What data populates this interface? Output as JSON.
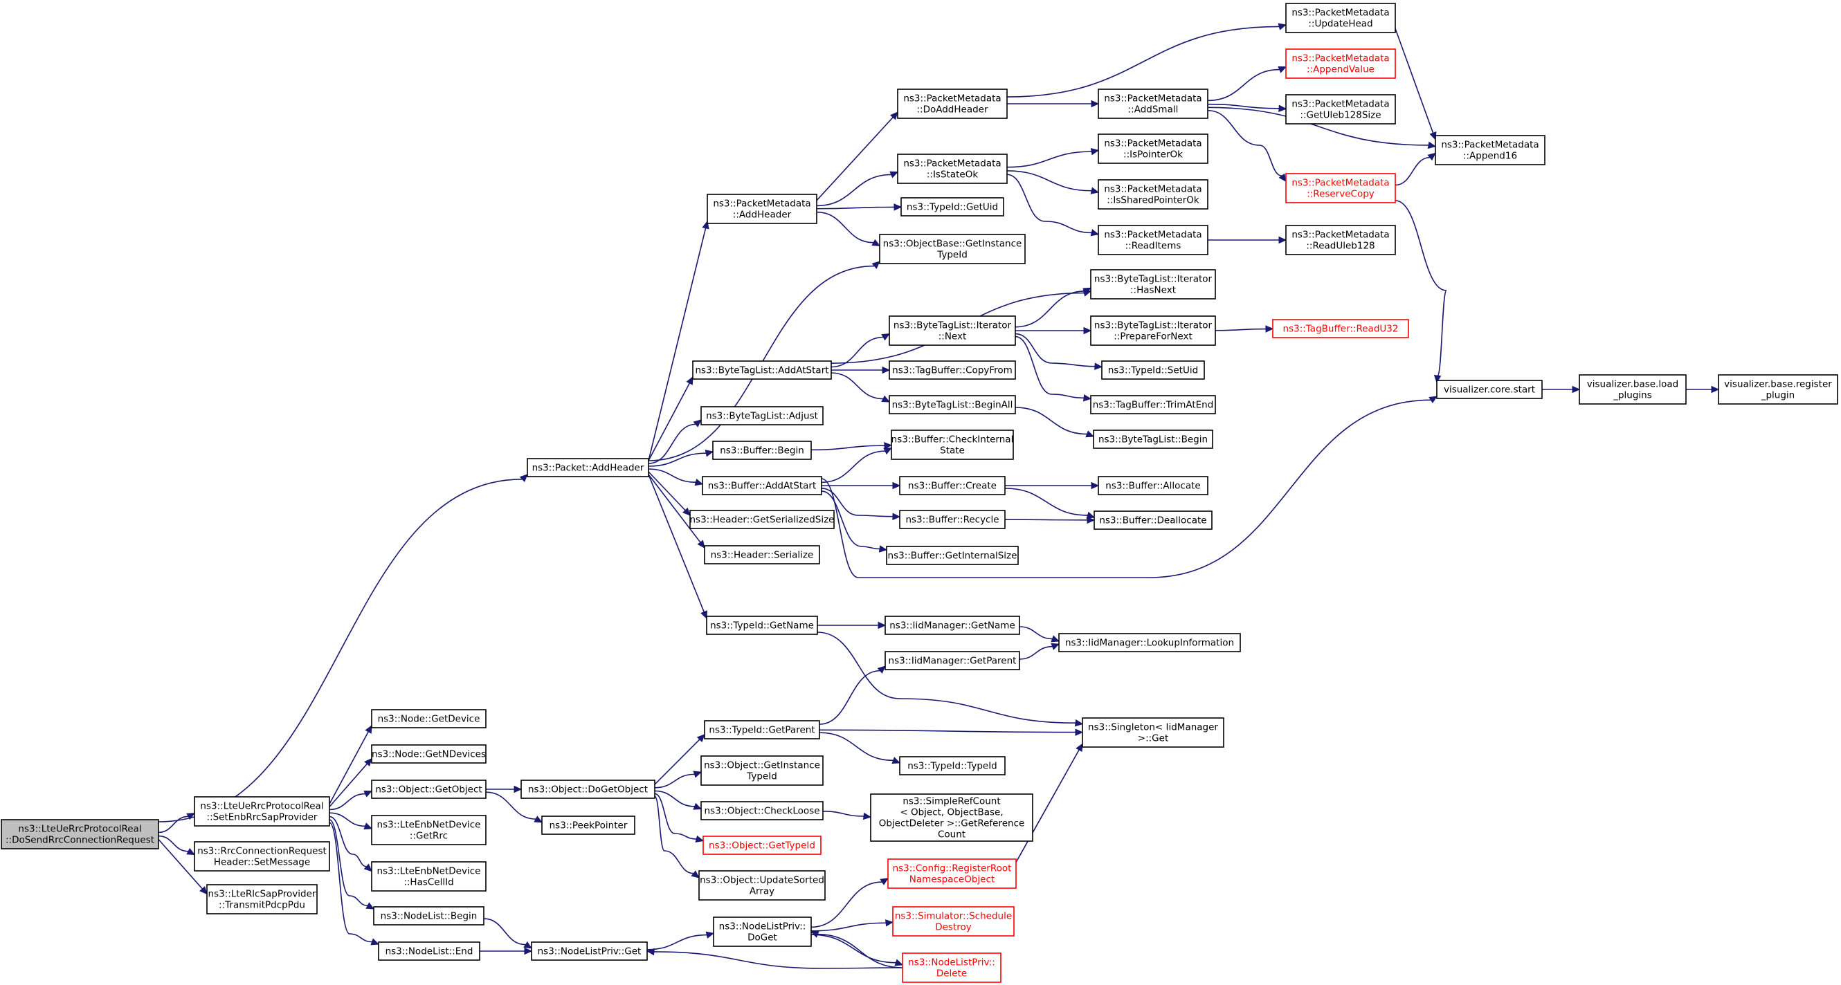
{
  "nodes": [
    {
      "id": "root",
      "lines": [
        "ns3::LteUeRrcProtocolReal",
        "::DoSendRrcConnectionRequest"
      ],
      "style": "root"
    },
    {
      "id": "setenb",
      "lines": [
        "ns3::LteUeRrcProtocolReal",
        "::SetEnbRrcSapProvider"
      ]
    },
    {
      "id": "rrcreq",
      "lines": [
        "ns3::RrcConnectionRequest",
        "Header::SetMessage"
      ]
    },
    {
      "id": "transmit",
      "lines": [
        "ns3::LteRlcSapProvider",
        "::TransmitPdcpPdu"
      ]
    },
    {
      "id": "pkt_addheader",
      "lines": [
        "ns3::Packet::AddHeader"
      ]
    },
    {
      "id": "getdevice",
      "lines": [
        "ns3::Node::GetDevice"
      ]
    },
    {
      "id": "getndevices",
      "lines": [
        "ns3::Node::GetNDevices"
      ]
    },
    {
      "id": "getobject",
      "lines": [
        "ns3::Object::GetObject"
      ]
    },
    {
      "id": "getrrc",
      "lines": [
        "ns3::LteEnbNetDevice",
        "::GetRrc"
      ]
    },
    {
      "id": "hascellid",
      "lines": [
        "ns3::LteEnbNetDevice",
        "::HasCellId"
      ]
    },
    {
      "id": "nl_begin",
      "lines": [
        "ns3::NodeList::Begin"
      ]
    },
    {
      "id": "nl_end",
      "lines": [
        "ns3::NodeList::End"
      ]
    },
    {
      "id": "nlp_get",
      "lines": [
        "ns3::NodeListPriv::Get"
      ]
    },
    {
      "id": "dogetobject",
      "lines": [
        "ns3::Object::DoGetObject"
      ]
    },
    {
      "id": "peekpointer",
      "lines": [
        "ns3::PeekPointer"
      ]
    },
    {
      "id": "pm_addheader",
      "lines": [
        "ns3::PacketMetadata",
        "::AddHeader"
      ]
    },
    {
      "id": "btl_addatstart",
      "lines": [
        "ns3::ByteTagList::AddAtStart"
      ]
    },
    {
      "id": "btl_adjust",
      "lines": [
        "ns3::ByteTagList::Adjust"
      ]
    },
    {
      "id": "buf_begin",
      "lines": [
        "ns3::Buffer::Begin"
      ]
    },
    {
      "id": "buf_addatstart",
      "lines": [
        "ns3::Buffer::AddAtStart"
      ]
    },
    {
      "id": "hdr_getsize",
      "lines": [
        "ns3::Header::GetSerializedSize"
      ]
    },
    {
      "id": "hdr_serialize",
      "lines": [
        "ns3::Header::Serialize"
      ]
    },
    {
      "id": "tid_getname",
      "lines": [
        "ns3::TypeId::GetName"
      ]
    },
    {
      "id": "tid_getparent",
      "lines": [
        "ns3::TypeId::GetParent"
      ]
    },
    {
      "id": "obj_getinsttid",
      "lines": [
        "ns3::Object::GetInstance",
        "TypeId"
      ]
    },
    {
      "id": "obj_checkloose",
      "lines": [
        "ns3::Object::CheckLoose"
      ]
    },
    {
      "id": "obj_gettypeid",
      "lines": [
        "ns3::Object::GetTypeId"
      ],
      "style": "red"
    },
    {
      "id": "obj_updatesorted",
      "lines": [
        "ns3::Object::UpdateSorted",
        "Array"
      ]
    },
    {
      "id": "nlp_doget",
      "lines": [
        "ns3::NodeListPriv::",
        "DoGet"
      ]
    },
    {
      "id": "pm_doaddheader",
      "lines": [
        "ns3::PacketMetadata",
        "::DoAddHeader"
      ]
    },
    {
      "id": "pm_isstateok",
      "lines": [
        "ns3::PacketMetadata",
        "::IsStateOk"
      ]
    },
    {
      "id": "tid_getuid",
      "lines": [
        "ns3::TypeId::GetUid"
      ]
    },
    {
      "id": "ob_getinsttid",
      "lines": [
        "ns3::ObjectBase::GetInstance",
        "TypeId"
      ]
    },
    {
      "id": "btli_next",
      "lines": [
        "ns3::ByteTagList::Iterator",
        "::Next"
      ]
    },
    {
      "id": "tb_copyfrom",
      "lines": [
        "ns3::TagBuffer::CopyFrom"
      ]
    },
    {
      "id": "btl_beginall",
      "lines": [
        "ns3::ByteTagList::BeginAll"
      ]
    },
    {
      "id": "buf_checkinternal",
      "lines": [
        "ns3::Buffer::CheckInternal",
        "State"
      ]
    },
    {
      "id": "buf_create",
      "lines": [
        "ns3::Buffer::Create"
      ]
    },
    {
      "id": "buf_recycle",
      "lines": [
        "ns3::Buffer::Recycle"
      ]
    },
    {
      "id": "buf_getinternalsize",
      "lines": [
        "ns3::Buffer::GetInternalSize"
      ]
    },
    {
      "id": "iid_getname",
      "lines": [
        "ns3::IidManager::GetName"
      ]
    },
    {
      "id": "iid_getparent",
      "lines": [
        "ns3::IidManager::GetParent"
      ]
    },
    {
      "id": "tid_typeid",
      "lines": [
        "ns3::TypeId::TypeId"
      ]
    },
    {
      "id": "simplerefcount",
      "lines": [
        "ns3::SimpleRefCount",
        "< Object, ObjectBase,",
        " ObjectDeleter >::GetReference",
        "Count"
      ]
    },
    {
      "id": "cfg_register",
      "lines": [
        "ns3::Config::RegisterRoot",
        "NamespaceObject"
      ],
      "style": "red"
    },
    {
      "id": "sim_schedule",
      "lines": [
        "ns3::Simulator::Schedule",
        "Destroy"
      ],
      "style": "red"
    },
    {
      "id": "nlp_delete",
      "lines": [
        "ns3::NodeListPriv::",
        "Delete"
      ],
      "style": "red"
    },
    {
      "id": "pm_addsmall",
      "lines": [
        "ns3::PacketMetadata",
        "::AddSmall"
      ]
    },
    {
      "id": "pm_ispointerok",
      "lines": [
        "ns3::PacketMetadata",
        "::IsPointerOk"
      ]
    },
    {
      "id": "pm_issharedpointerok",
      "lines": [
        "ns3::PacketMetadata",
        "::IsSharedPointerOk"
      ]
    },
    {
      "id": "pm_readitems",
      "lines": [
        "ns3::PacketMetadata",
        "::ReadItems"
      ]
    },
    {
      "id": "btli_hasnext",
      "lines": [
        "ns3::ByteTagList::Iterator",
        "::HasNext"
      ]
    },
    {
      "id": "btli_prepare",
      "lines": [
        "ns3::ByteTagList::Iterator",
        "::PrepareForNext"
      ]
    },
    {
      "id": "tid_setuid",
      "lines": [
        "ns3::TypeId::SetUid"
      ]
    },
    {
      "id": "tb_trimatend",
      "lines": [
        "ns3::TagBuffer::TrimAtEnd"
      ]
    },
    {
      "id": "btl_begin",
      "lines": [
        "ns3::ByteTagList::Begin"
      ]
    },
    {
      "id": "buf_allocate",
      "lines": [
        "ns3::Buffer::Allocate"
      ]
    },
    {
      "id": "buf_deallocate",
      "lines": [
        "ns3::Buffer::Deallocate"
      ]
    },
    {
      "id": "iid_lookup",
      "lines": [
        "ns3::IidManager::LookupInformation"
      ]
    },
    {
      "id": "singleton_get",
      "lines": [
        "ns3::Singleton< IidManager",
        " >::Get"
      ]
    },
    {
      "id": "pm_updatehead",
      "lines": [
        "ns3::PacketMetadata",
        "::UpdateHead"
      ]
    },
    {
      "id": "pm_appendvalue",
      "lines": [
        "ns3::PacketMetadata",
        "::AppendValue"
      ],
      "style": "red"
    },
    {
      "id": "pm_getuleb",
      "lines": [
        "ns3::PacketMetadata",
        "::GetUleb128Size"
      ]
    },
    {
      "id": "pm_reservecopy",
      "lines": [
        "ns3::PacketMetadata",
        "::ReserveCopy"
      ],
      "style": "red"
    },
    {
      "id": "pm_readuleb",
      "lines": [
        "ns3::PacketMetadata",
        "::ReadUleb128"
      ]
    },
    {
      "id": "tb_readu32",
      "lines": [
        "ns3::TagBuffer::ReadU32"
      ],
      "style": "red"
    },
    {
      "id": "pm_append16",
      "lines": [
        "ns3::PacketMetadata",
        "::Append16"
      ]
    },
    {
      "id": "viz_start",
      "lines": [
        "visualizer.core.start"
      ]
    },
    {
      "id": "viz_load",
      "lines": [
        "visualizer.base.load",
        "_plugins"
      ]
    },
    {
      "id": "viz_register",
      "lines": [
        "visualizer.base.register",
        "_plugin"
      ]
    }
  ],
  "edges": [
    [
      "root",
      "setenb"
    ],
    [
      "root",
      "rrcreq"
    ],
    [
      "root",
      "transmit"
    ],
    [
      "root",
      "pkt_addheader"
    ],
    [
      "setenb",
      "getdevice"
    ],
    [
      "setenb",
      "getndevices"
    ],
    [
      "setenb",
      "getobject"
    ],
    [
      "setenb",
      "getrrc"
    ],
    [
      "setenb",
      "hascellid"
    ],
    [
      "setenb",
      "nl_begin"
    ],
    [
      "setenb",
      "nl_end"
    ],
    [
      "getobject",
      "dogetobject"
    ],
    [
      "getobject",
      "peekpointer"
    ],
    [
      "nl_begin",
      "nlp_get"
    ],
    [
      "nl_end",
      "nlp_get"
    ],
    [
      "nlp_get",
      "nlp_doget"
    ],
    [
      "dogetobject",
      "tid_getparent"
    ],
    [
      "dogetobject",
      "obj_getinsttid"
    ],
    [
      "dogetobject",
      "obj_checkloose"
    ],
    [
      "dogetobject",
      "obj_gettypeid"
    ],
    [
      "dogetobject",
      "obj_updatesorted"
    ],
    [
      "pkt_addheader",
      "pm_addheader"
    ],
    [
      "pkt_addheader",
      "ob_getinsttid"
    ],
    [
      "pkt_addheader",
      "btl_addatstart"
    ],
    [
      "pkt_addheader",
      "btl_adjust"
    ],
    [
      "pkt_addheader",
      "buf_begin"
    ],
    [
      "pkt_addheader",
      "buf_addatstart"
    ],
    [
      "pkt_addheader",
      "hdr_getsize"
    ],
    [
      "pkt_addheader",
      "hdr_serialize"
    ],
    [
      "pkt_addheader",
      "tid_getname"
    ],
    [
      "pm_addheader",
      "pm_doaddheader"
    ],
    [
      "pm_addheader",
      "pm_isstateok"
    ],
    [
      "pm_addheader",
      "tid_getuid"
    ],
    [
      "pm_addheader",
      "ob_getinsttid"
    ],
    [
      "btl_addatstart",
      "btli_hasnext"
    ],
    [
      "btl_addatstart",
      "btli_next"
    ],
    [
      "btl_addatstart",
      "tb_copyfrom"
    ],
    [
      "btl_addatstart",
      "btl_beginall"
    ],
    [
      "buf_begin",
      "buf_checkinternal"
    ],
    [
      "buf_addatstart",
      "buf_checkinternal"
    ],
    [
      "buf_addatstart",
      "buf_create"
    ],
    [
      "buf_addatstart",
      "buf_recycle"
    ],
    [
      "buf_addatstart",
      "buf_getinternalsize"
    ],
    [
      "buf_addatstart",
      "viz_start"
    ],
    [
      "tid_getname",
      "iid_getname"
    ],
    [
      "tid_getname",
      "singleton_get"
    ],
    [
      "tid_getparent",
      "iid_getparent"
    ],
    [
      "tid_getparent",
      "singleton_get"
    ],
    [
      "tid_getparent",
      "tid_typeid"
    ],
    [
      "obj_checkloose",
      "simplerefcount"
    ],
    [
      "nlp_doget",
      "cfg_register"
    ],
    [
      "nlp_doget",
      "sim_schedule"
    ],
    [
      "nlp_doget",
      "nlp_delete"
    ],
    [
      "nlp_delete",
      "nlp_doget"
    ],
    [
      "nlp_delete",
      "nlp_get"
    ],
    [
      "cfg_register",
      "singleton_get"
    ],
    [
      "pm_doaddheader",
      "pm_updatehead"
    ],
    [
      "pm_doaddheader",
      "pm_addsmall"
    ],
    [
      "pm_isstateok",
      "pm_ispointerok"
    ],
    [
      "pm_isstateok",
      "pm_issharedpointerok"
    ],
    [
      "pm_isstateok",
      "pm_readitems"
    ],
    [
      "btli_next",
      "btli_hasnext"
    ],
    [
      "btli_next",
      "btli_prepare"
    ],
    [
      "btli_next",
      "tid_setuid"
    ],
    [
      "btli_next",
      "tb_trimatend"
    ],
    [
      "btl_beginall",
      "btl_begin"
    ],
    [
      "buf_create",
      "buf_allocate"
    ],
    [
      "buf_create",
      "buf_deallocate"
    ],
    [
      "buf_recycle",
      "buf_deallocate"
    ],
    [
      "iid_getname",
      "iid_lookup"
    ],
    [
      "iid_getparent",
      "iid_lookup"
    ],
    [
      "pm_addsmall",
      "pm_appendvalue"
    ],
    [
      "pm_addsmall",
      "pm_getuleb"
    ],
    [
      "pm_addsmall",
      "pm_reservecopy"
    ],
    [
      "pm_addsmall",
      "pm_append16"
    ],
    [
      "pm_readitems",
      "pm_readuleb"
    ],
    [
      "btli_prepare",
      "tb_readu32"
    ],
    [
      "pm_updatehead",
      "pm_append16"
    ],
    [
      "pm_reservecopy",
      "pm_append16"
    ],
    [
      "pm_reservecopy",
      "viz_start"
    ],
    [
      "viz_start",
      "viz_load"
    ],
    [
      "viz_load",
      "viz_register"
    ]
  ]
}
